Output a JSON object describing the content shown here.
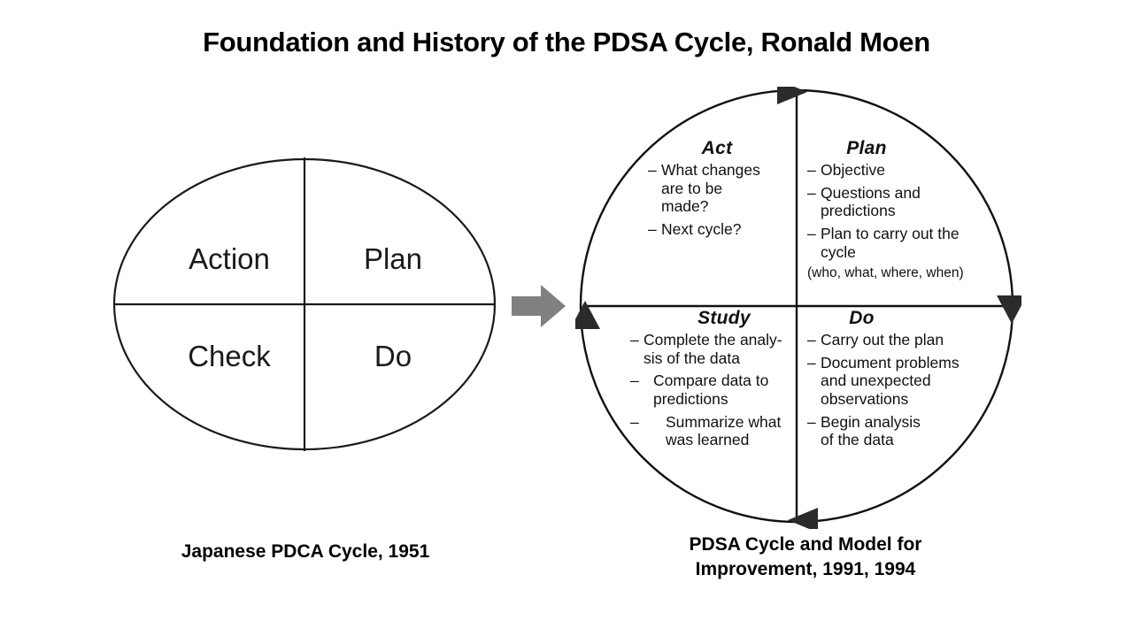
{
  "page": {
    "title": "Foundation and History of the PDSA Cycle, Ronald Moen",
    "background_color": "#ffffff",
    "ink_color": "#000000",
    "arrow_color": "#808080"
  },
  "pdca": {
    "caption": "Japanese PDCA Cycle, 1951",
    "shape": "ellipse",
    "quadrants": [
      {
        "position": "top-left",
        "label": "Action"
      },
      {
        "position": "top-right",
        "label": "Plan"
      },
      {
        "position": "bottom-left",
        "label": "Check"
      },
      {
        "position": "bottom-right",
        "label": "Do"
      }
    ]
  },
  "transition": {
    "icon": "right-arrow-icon",
    "color": "#808080"
  },
  "pdsa": {
    "caption_line1": "PDSA Cycle and Model for",
    "caption_line2": "Improvement, 1991, 1994",
    "shape": "circle",
    "direction": "clockwise",
    "arrowheads": [
      {
        "position": "top",
        "points": "right"
      },
      {
        "position": "right",
        "points": "down"
      },
      {
        "position": "bottom",
        "points": "left"
      },
      {
        "position": "left",
        "points": "up"
      }
    ],
    "quadrants": {
      "act": {
        "title": "Act",
        "position": "top-left",
        "items": [
          "What changes are to be made?",
          "Next cycle?"
        ],
        "lines": [
          [
            "What changes",
            "are to be",
            "made?"
          ],
          [
            "Next cycle?"
          ]
        ]
      },
      "plan": {
        "title": "Plan",
        "position": "top-right",
        "items": [
          "Objective",
          "Questions and predictions",
          "Plan to carry out the cycle"
        ],
        "lines": [
          [
            "Objective"
          ],
          [
            "Questions and",
            "predictions"
          ],
          [
            "Plan to carry out the",
            "cycle"
          ]
        ],
        "note": "(who, what, where, when)"
      },
      "study": {
        "title": "Study",
        "position": "bottom-left",
        "items": [
          "Complete the analysis of the data",
          "Compare data to predictions",
          "Summarize what was learned"
        ],
        "lines": [
          [
            "Complete the analy-",
            "sis of the data"
          ],
          [
            "Compare data to",
            "predictions"
          ],
          [
            "Summarize what",
            "was learned"
          ]
        ]
      },
      "do": {
        "title": "Do",
        "position": "bottom-right",
        "items": [
          "Carry out the plan",
          "Document problems and unexpected observations",
          "Begin analysis of the data"
        ],
        "lines": [
          [
            "Carry out the plan"
          ],
          [
            "Document problems",
            "and unexpected",
            "observations"
          ],
          [
            "Begin analysis",
            "of the data"
          ]
        ]
      }
    }
  },
  "glyphs": {
    "dash": "–"
  }
}
